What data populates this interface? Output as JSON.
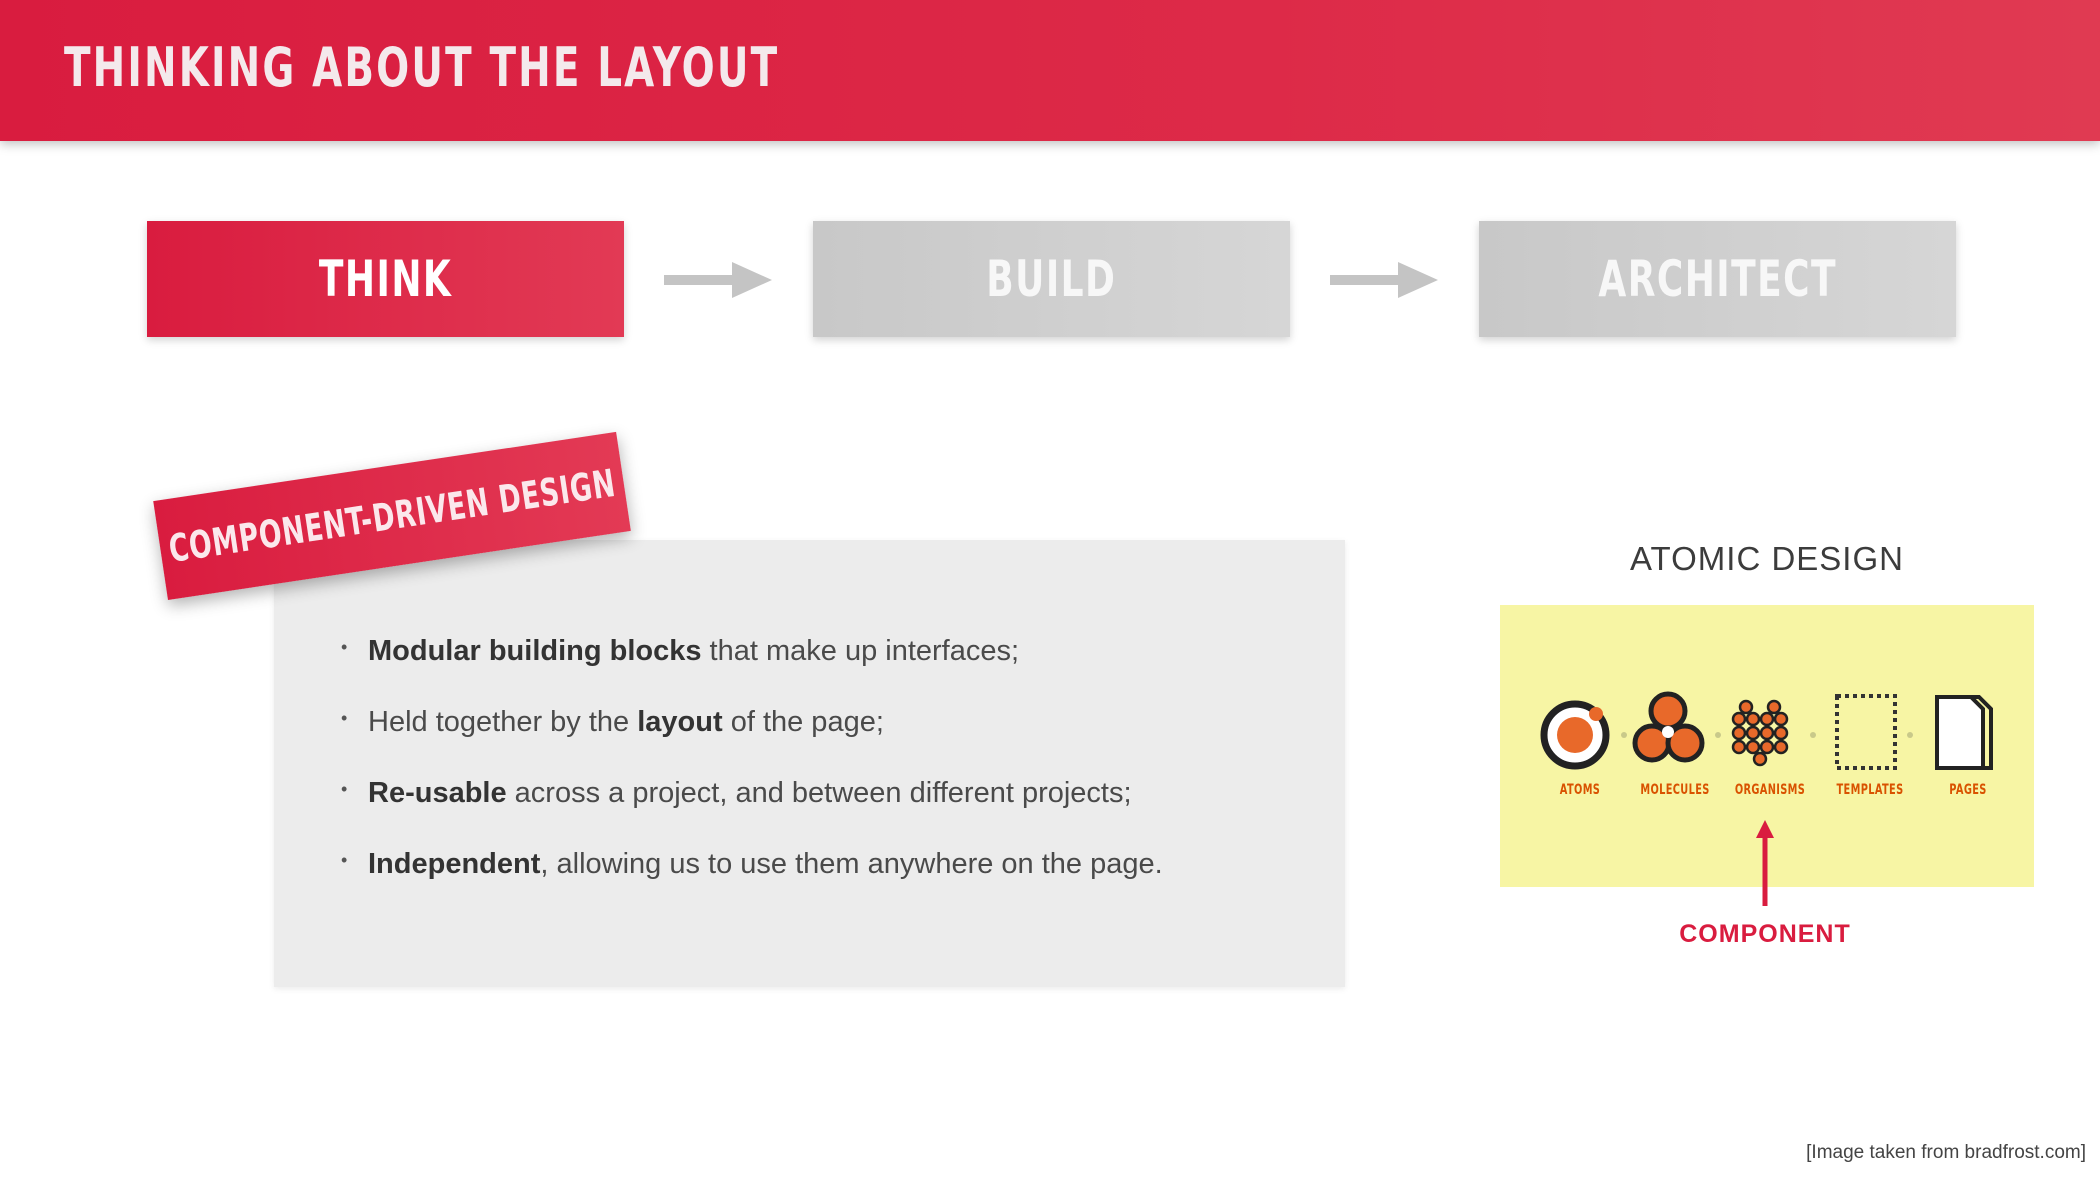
{
  "header": {
    "title": "THINKING ABOUT THE LAYOUT"
  },
  "steps": [
    {
      "label": "THINK",
      "active": true
    },
    {
      "label": "BUILD",
      "active": false
    },
    {
      "label": "ARCHITECT",
      "active": false
    }
  ],
  "tag": {
    "label": "COMPONENT-DRIVEN DESIGN"
  },
  "bullets": [
    {
      "bold": "Modular building blocks",
      "rest": " that make up interfaces;"
    },
    {
      "pre": "Held together by the ",
      "bold": "layout",
      "rest": " of the page;"
    },
    {
      "bold": "Re-usable",
      "rest": " across a project, and between different projects;"
    },
    {
      "bold": "Independent",
      "rest": ", allowing us to use them anywhere on the page."
    }
  ],
  "atomic": {
    "title": "ATOMIC DESIGN",
    "items": [
      {
        "label": "ATOMS",
        "icon": "atom-icon"
      },
      {
        "label": "MOLECULES",
        "icon": "molecule-icon"
      },
      {
        "label": "ORGANISMS",
        "icon": "organism-icon"
      },
      {
        "label": "TEMPLATES",
        "icon": "template-icon"
      },
      {
        "label": "PAGES",
        "icon": "page-icon"
      }
    ],
    "component_label": "COMPONENT"
  },
  "credit": "[Image taken from bradfrost.com]",
  "colors": {
    "accent": "#d91c3f",
    "inactive": "#cfcfcf",
    "panel": "#f7f5a4",
    "icon_orange": "#e8692a"
  }
}
